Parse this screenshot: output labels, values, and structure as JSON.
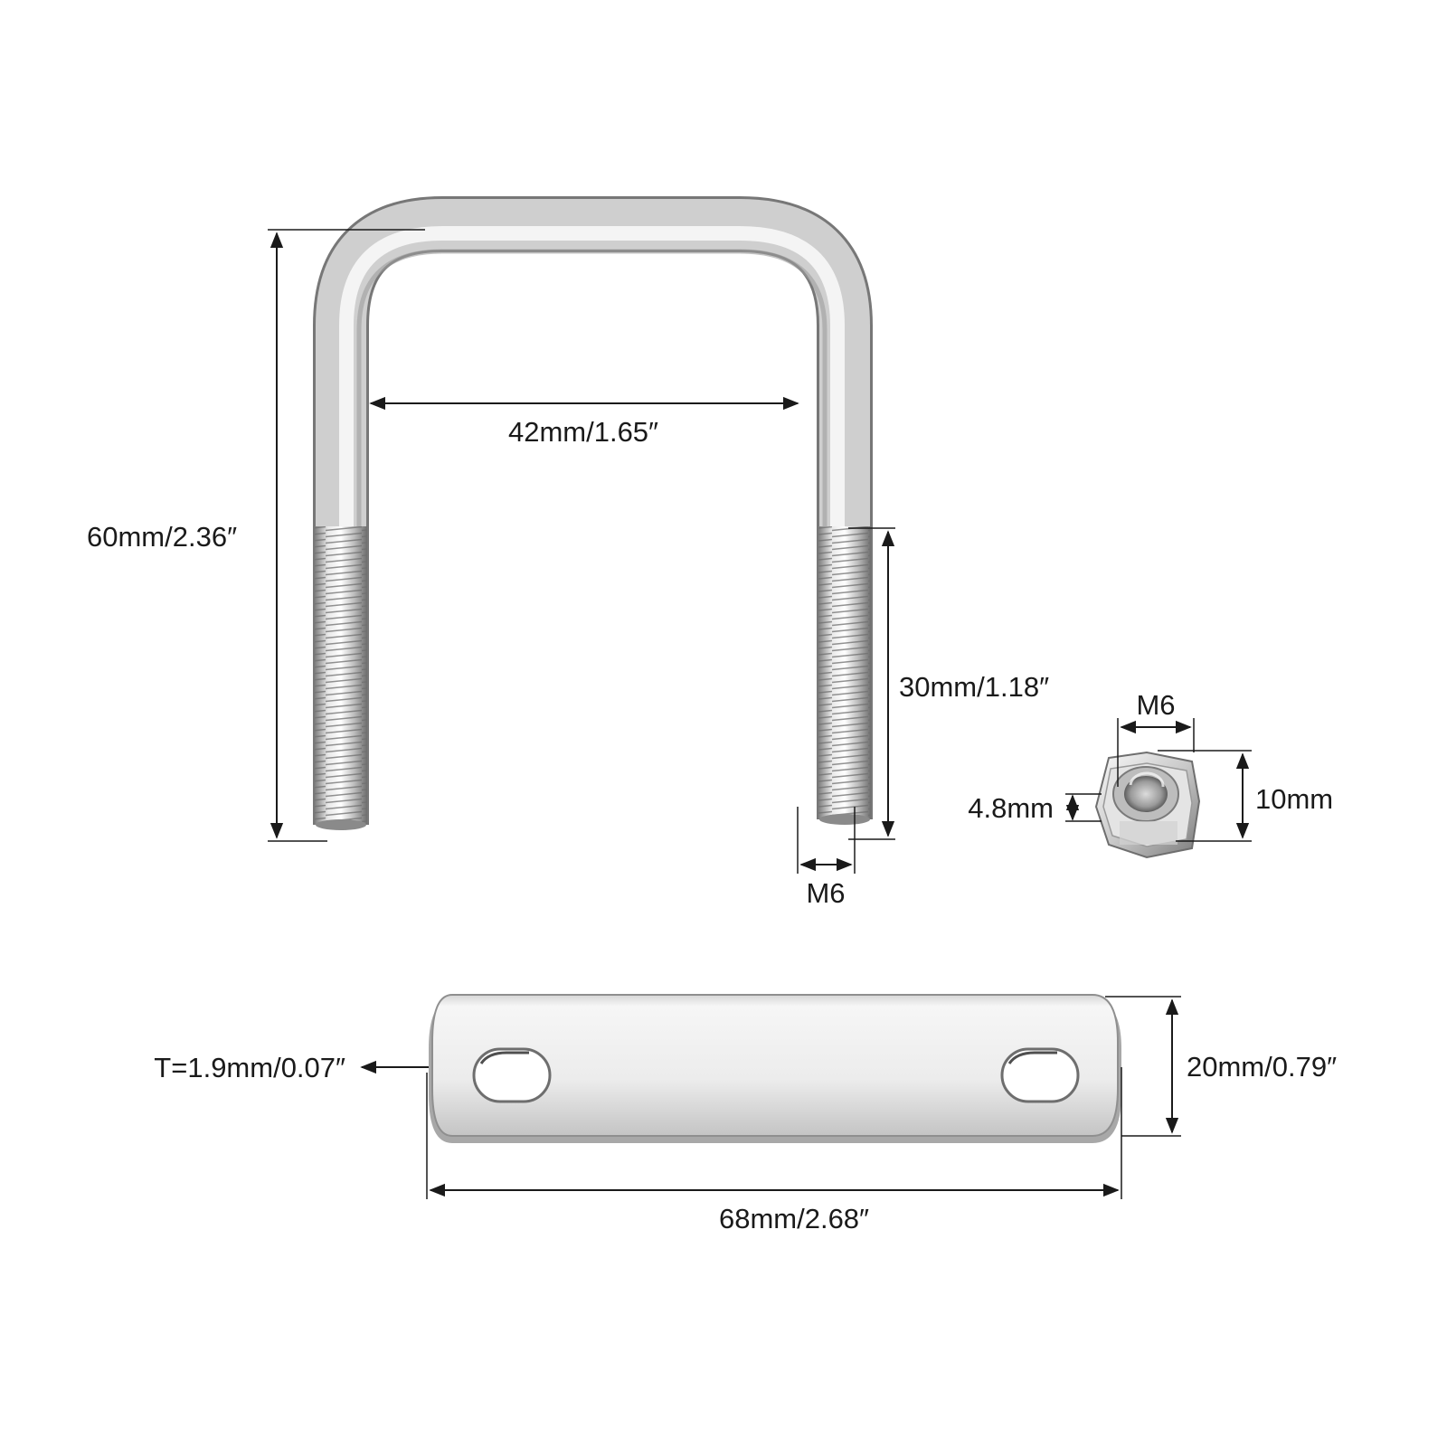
{
  "ubolt": {
    "height_label": "60mm/2.36″",
    "inner_width_label": "42mm/1.65″",
    "thread_length_label": "30mm/1.18″",
    "thread_size_label": "M6"
  },
  "nut": {
    "thread_label": "M6",
    "thickness_label": "4.8mm",
    "across_flats_label": "10mm"
  },
  "plate": {
    "thickness_label": "T=1.9mm/0.07″",
    "height_label": "20mm/0.79″",
    "length_label": "68mm/2.68″"
  },
  "colors": {
    "background": "#ffffff",
    "metal_light": "#f2f2f2",
    "metal_mid": "#c9c9c9",
    "metal_dark": "#8a8a8a",
    "line": "#1a1a1a"
  }
}
